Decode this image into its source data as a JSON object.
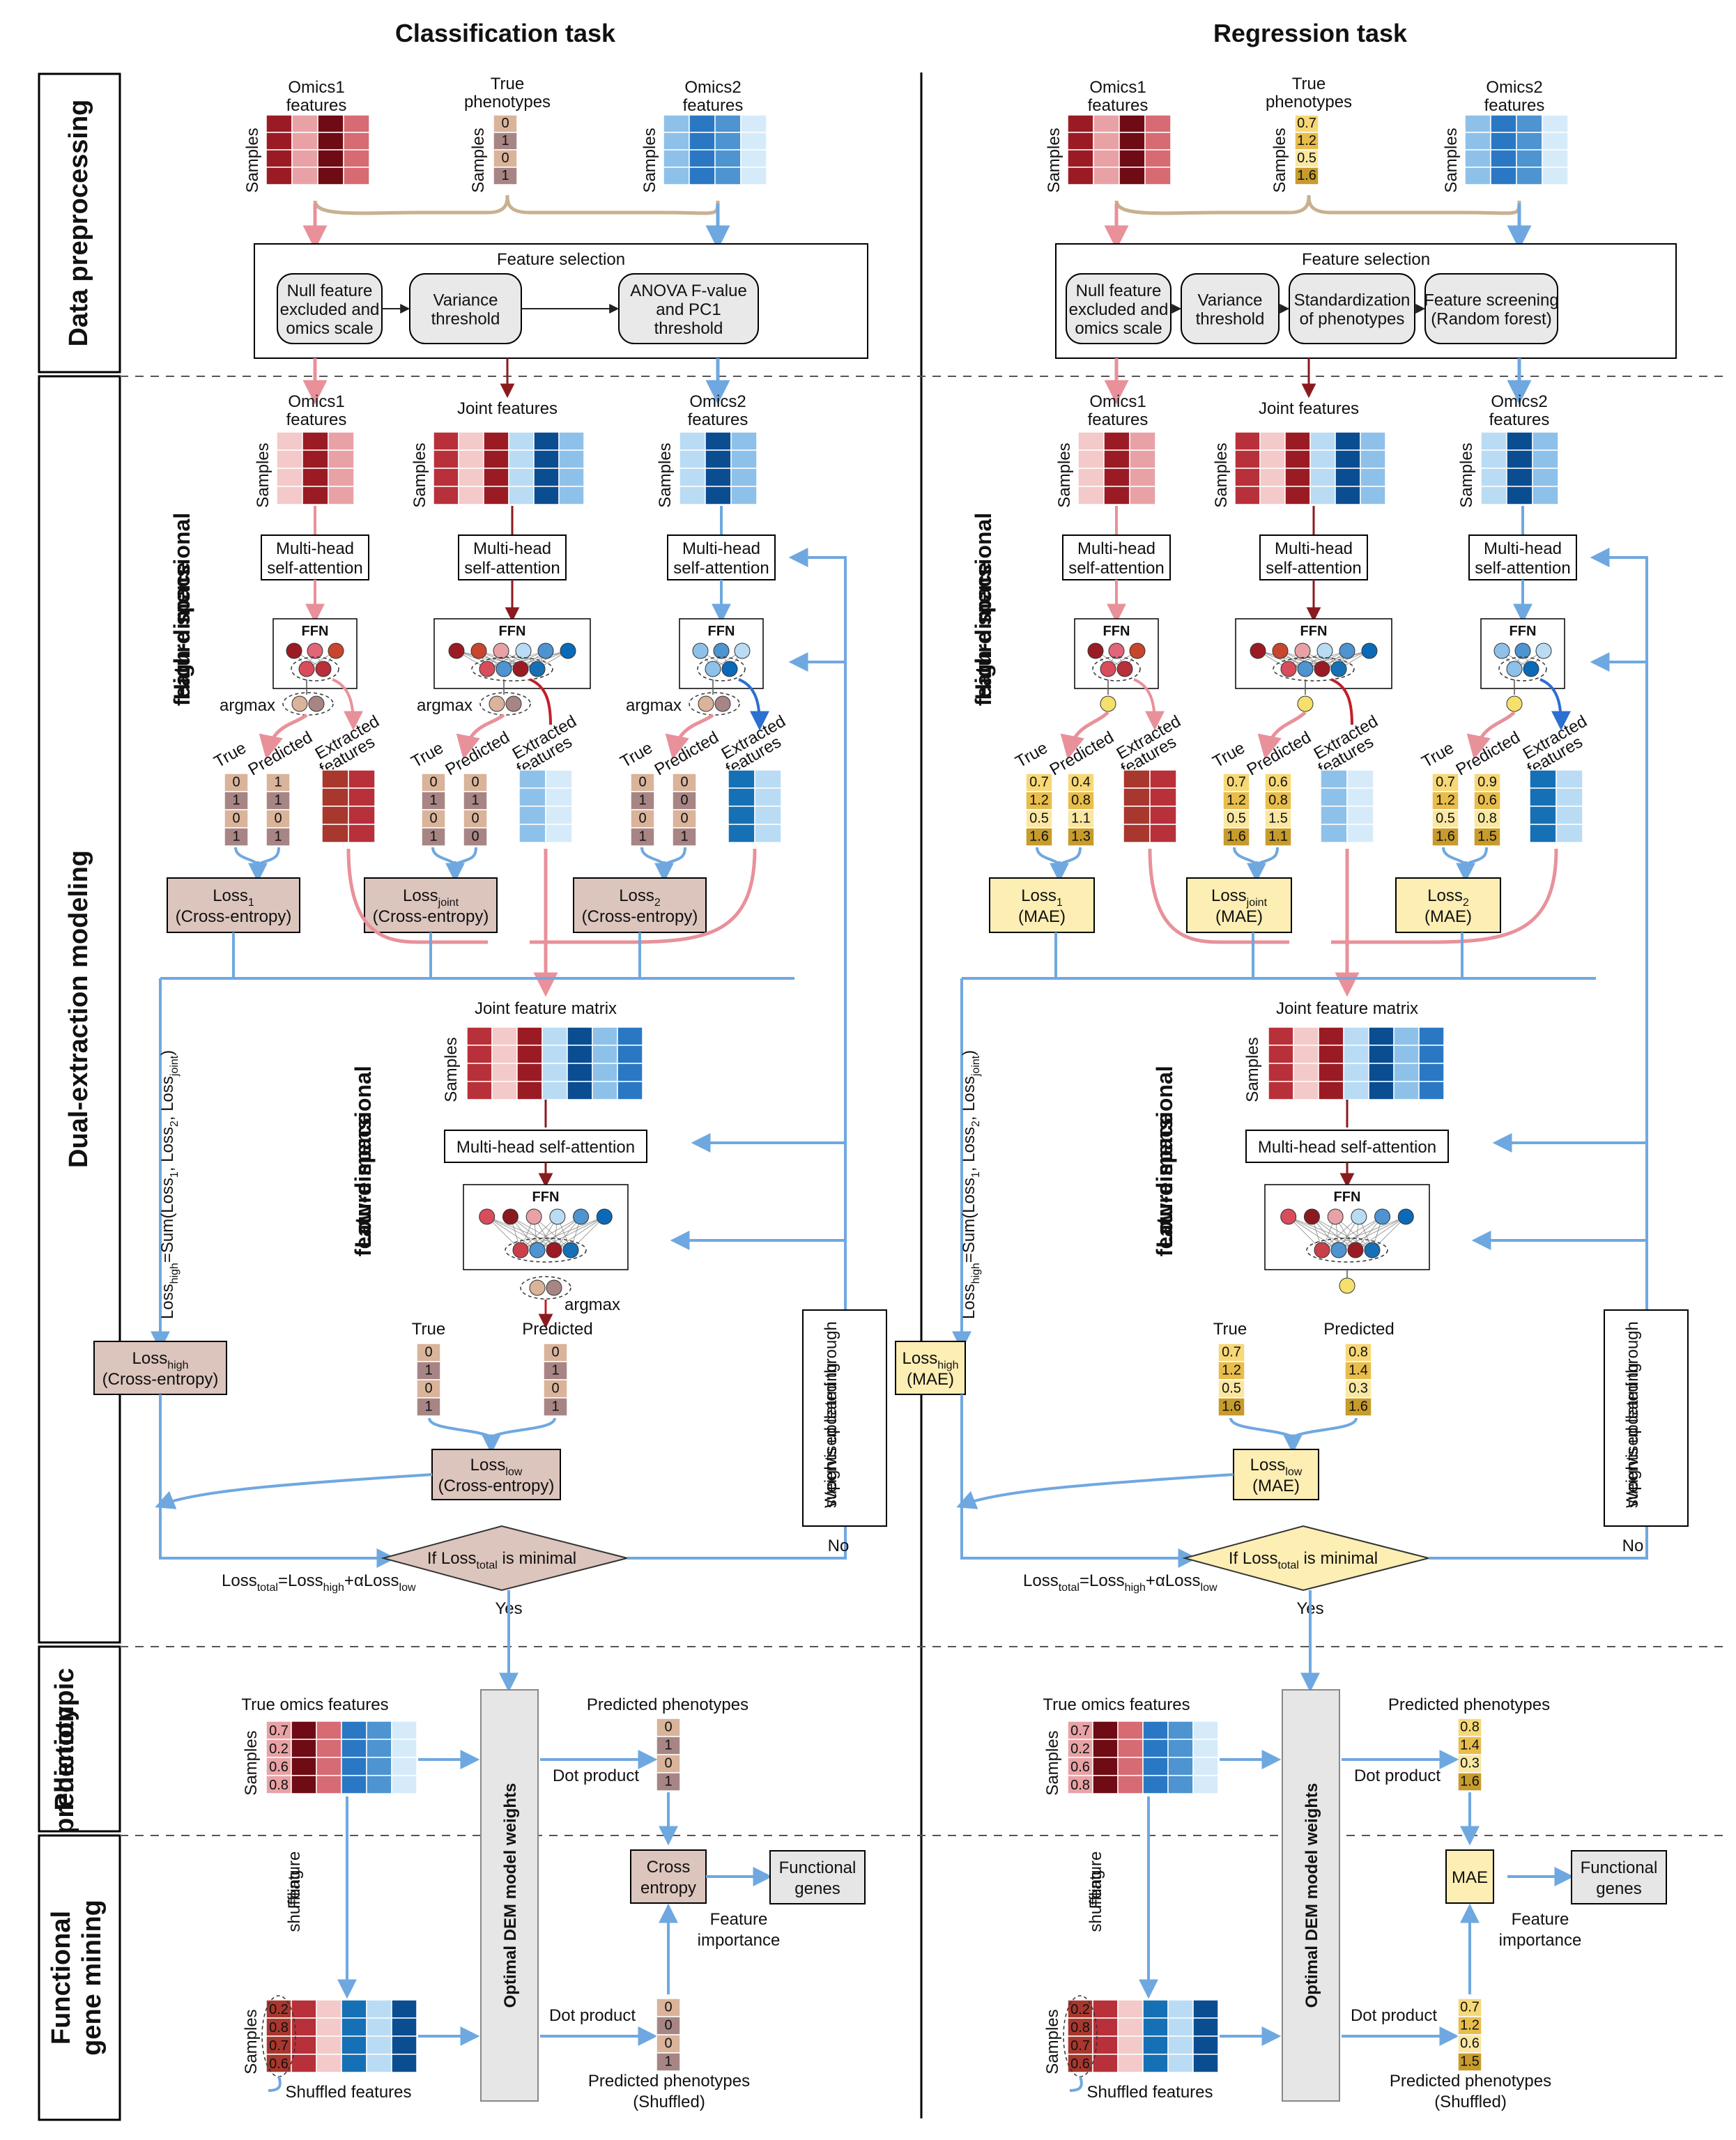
{
  "tasks": {
    "classification": "Classification task",
    "regression": "Regression task"
  },
  "sections": {
    "data_preprocessing": "Data preprocessing",
    "dual_extraction": "Dual-extraction modeling",
    "phenotypic_prediction": [
      "Phenotypic",
      "prediction"
    ],
    "functional_gene_mining": [
      "Functional",
      "gene mining"
    ]
  },
  "labels": {
    "omics1": [
      "Omics1",
      "features"
    ],
    "omics2": [
      "Omics2",
      "features"
    ],
    "true_phenotypes": [
      "True",
      "phenotypes"
    ],
    "samples": "Samples",
    "joint_features": "Joint features",
    "feature_selection": "Feature selection",
    "mhsa": [
      "Multi-head",
      "self-attention"
    ],
    "mhsa_one": "Multi-head self-attention",
    "ffn": "FFN",
    "argmax": "argmax",
    "true": "True",
    "predicted": "Predicted",
    "extracted": [
      "Extracted",
      "features"
    ],
    "high_space": [
      "High-dimensional",
      "feature space"
    ],
    "low_space": [
      "Low-dimensional",
      "feature space"
    ],
    "joint_matrix": "Joint feature matrix",
    "weights_updated": [
      "Weights updated through",
      "supervised learning"
    ],
    "loss_high_formula": "Loss_high=Sum(Loss_1, Loss_2, Loss_joint)",
    "loss_total_formula": "Loss_total=Loss_high+αLoss_low",
    "if_loss": "If Loss_total is minimal",
    "no": "No",
    "yes": "Yes",
    "true_omics": "True omics features",
    "predicted_pheno": "Predicted phenotypes",
    "dot_product": "Dot product",
    "optimal": "Optimal DEM model weights",
    "feature_shuffling": [
      "Feature",
      "shuffling"
    ],
    "shuffled_features": "Shuffled features",
    "predicted_shuffled": [
      "Predicted phenotypes",
      "(Shuffled)"
    ],
    "feature_importance": [
      "Feature",
      "importance"
    ],
    "functional_genes": [
      "Functional",
      "genes"
    ],
    "ce": "(Cross-entropy)",
    "mae": "(MAE)",
    "cross_entropy_box": [
      "Cross",
      "entropy"
    ],
    "mae_box": "MAE",
    "loss_1": "Loss_1",
    "loss_joint": "Loss_joint",
    "loss_2": "Loss_2",
    "loss_high": "Loss_high",
    "loss_low": "Loss_low"
  },
  "classification": {
    "steps": [
      [
        "Null feature",
        "excluded and",
        "omics scale"
      ],
      [
        "Variance",
        "threshold"
      ],
      [
        "ANOVA F-value",
        "and PC1",
        "threshold"
      ]
    ],
    "true_pheno": [
      "0",
      "1",
      "0",
      "1"
    ],
    "pred_omics1": [
      "1",
      "1",
      "0",
      "1"
    ],
    "pred_joint": [
      "0",
      "1",
      "0",
      "0"
    ],
    "pred_omics2": [
      "0",
      "0",
      "0",
      "1"
    ],
    "low_true": [
      "0",
      "1",
      "0",
      "1"
    ],
    "low_pred": [
      "0",
      "1",
      "0",
      "1"
    ],
    "pred_pheno": [
      "0",
      "1",
      "0",
      "1"
    ],
    "shuffled_pred": [
      "0",
      "0",
      "0",
      "1"
    ]
  },
  "regression": {
    "steps": [
      [
        "Null feature",
        "excluded and",
        "omics scale"
      ],
      [
        "Variance",
        "threshold"
      ],
      [
        "Standardization",
        "of phenotypes"
      ],
      [
        "Feature screening",
        "(Random forest)"
      ]
    ],
    "true_pheno": [
      "0.7",
      "1.2",
      "0.5",
      "1.6"
    ],
    "pred_omics1": [
      "0.4",
      "0.8",
      "1.1",
      "1.3"
    ],
    "pred_joint": [
      "0.6",
      "0.8",
      "1.5",
      "1.1"
    ],
    "pred_omics2": [
      "0.9",
      "0.6",
      "0.8",
      "1.5"
    ],
    "low_true": [
      "0.7",
      "1.2",
      "0.5",
      "1.6"
    ],
    "low_pred": [
      "0.8",
      "1.4",
      "0.3",
      "1.6"
    ],
    "pred_pheno": [
      "0.8",
      "1.4",
      "0.3",
      "1.6"
    ],
    "shuffled_pred": [
      "0.7",
      "1.2",
      "0.6",
      "1.5"
    ]
  },
  "true_omics_values": [
    "0.7",
    "0.2",
    "0.6",
    "0.8"
  ],
  "shuffled_values": [
    "0.2",
    "0.8",
    "0.7",
    "0.6"
  ],
  "colors": {
    "red": "#e8919a",
    "blue": "#6fa8e0",
    "tan": "#c9b08f",
    "loss_cls": "#dcc5bd",
    "loss_reg": "#fdeeb4",
    "dark_red": "#8b1a1f",
    "dark_blue": "#0b5aa0"
  }
}
